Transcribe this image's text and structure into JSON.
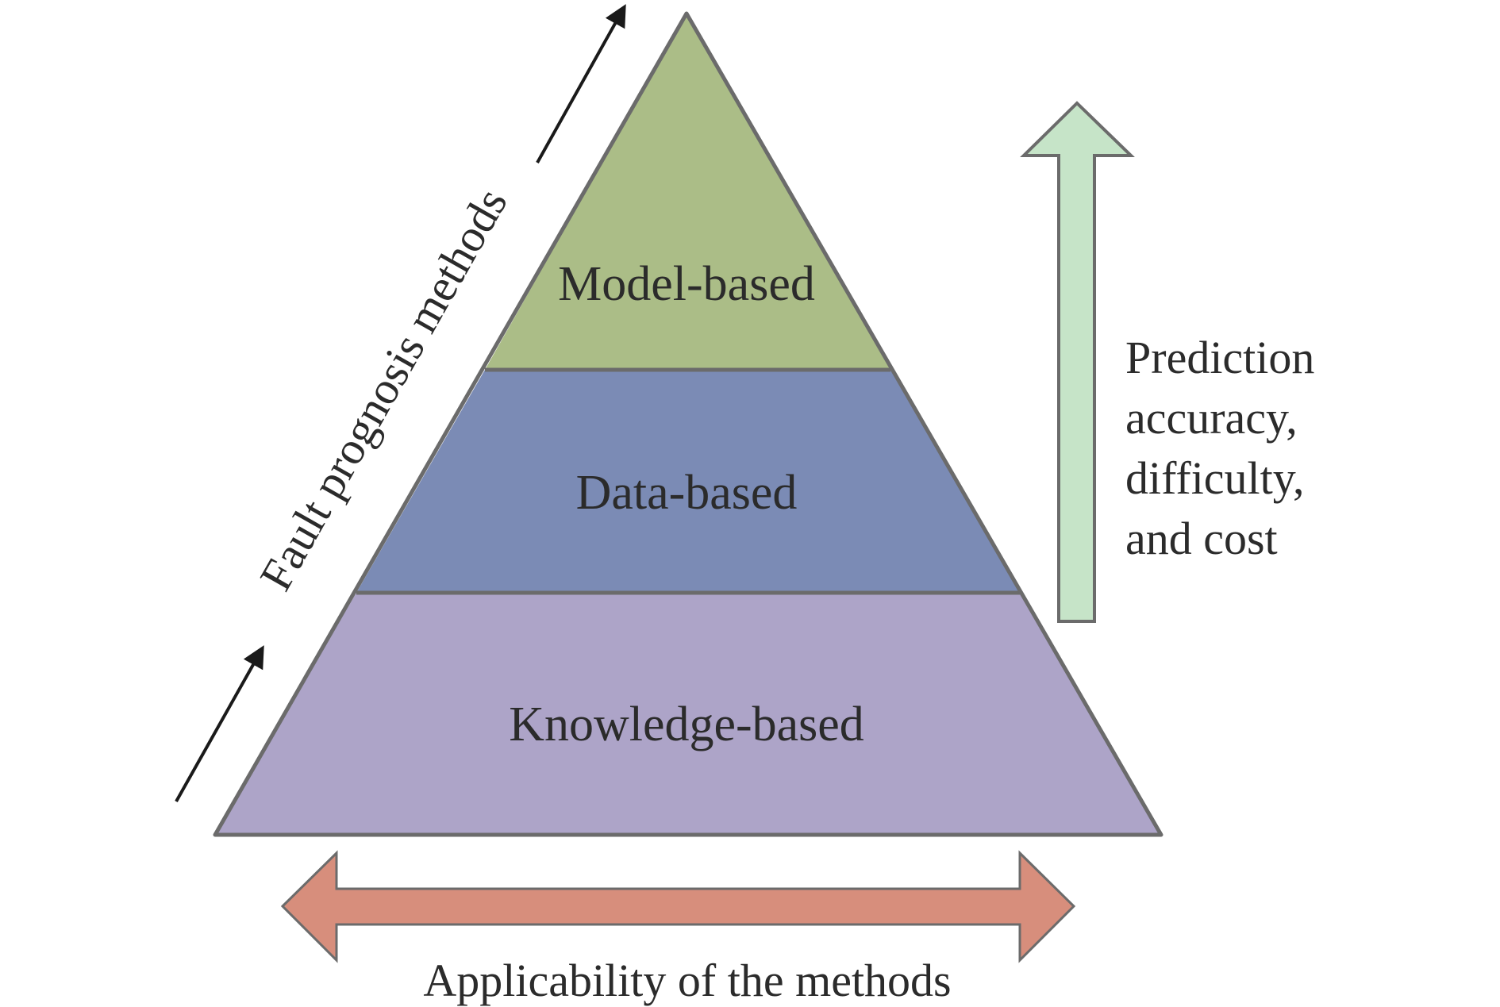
{
  "tiers": [
    {
      "label": "Model-based",
      "color": "#abbd87"
    },
    {
      "label": "Data-based",
      "color": "#7b8bb5"
    },
    {
      "label": "Knowledge-based",
      "color": "#ada4c8"
    }
  ],
  "outline_color": "#6b6b6b",
  "text_color": "#2b2b2b",
  "fault_axis": {
    "label": "Fault prognosis methods"
  },
  "accuracy_arrow": {
    "lines": [
      "Prediction",
      "accuracy,",
      "difficulty,",
      "and cost"
    ],
    "color": "#c6e4c8"
  },
  "applicability_arrow": {
    "label": "Applicability of the methods",
    "color": "#d78e7c"
  }
}
